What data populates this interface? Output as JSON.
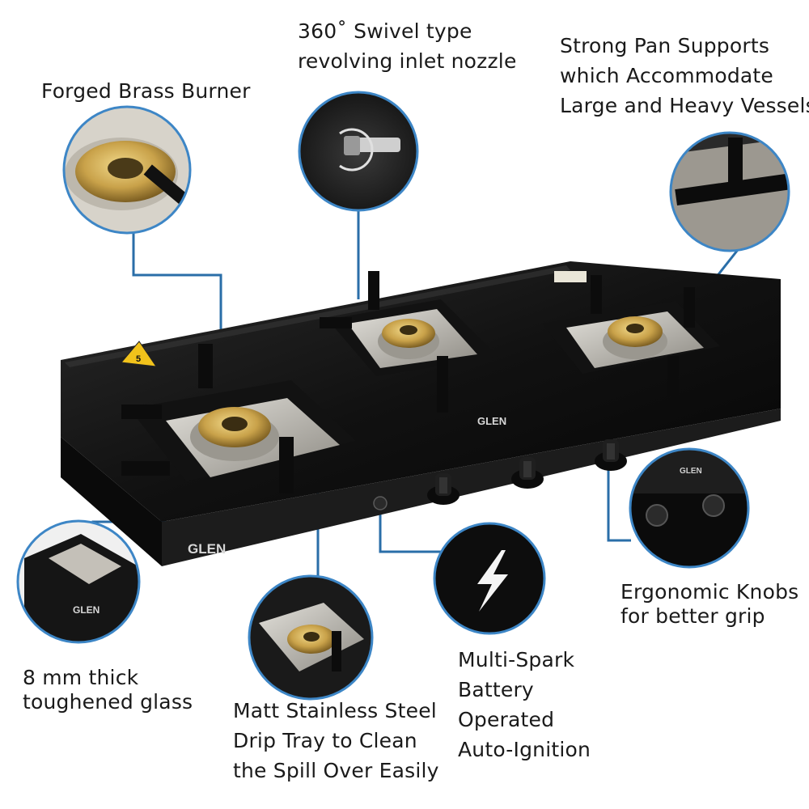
{
  "callouts": {
    "burner": {
      "lines": [
        "Forged Brass Burner"
      ]
    },
    "nozzle": {
      "lines": [
        "360˚ Swivel type",
        "revolving inlet nozzle"
      ]
    },
    "pan_supports": {
      "lines": [
        "Strong Pan Supports",
        "which Accommodate",
        "Large and Heavy Vessels"
      ]
    },
    "knobs": {
      "lines": [
        "Ergonomic Knobs",
        "for better grip"
      ]
    },
    "glass": {
      "lines": [
        "8 mm thick",
        "toughened glass"
      ]
    },
    "drip_tray": {
      "lines": [
        "Matt Stainless Steel",
        "Drip Tray to Clean",
        "the Spill Over Easily"
      ]
    },
    "ignition": {
      "lines": [
        "Multi-Spark",
        "Battery",
        "Operated",
        "Auto-Ignition"
      ]
    }
  },
  "product": {
    "brand": "GLEN",
    "warranty_badge": "5",
    "burner_count": 3,
    "knob_count": 3
  },
  "icons": {
    "spark": "lightning-bolt-icon",
    "swivel": "rotation-arrow-icon"
  },
  "colors": {
    "callout_line": "#2a6ea8",
    "callout_ring": "#3d86c6",
    "glass_top": "#151515",
    "brass": "#c9a24a",
    "steel": "#b9b6ae"
  }
}
